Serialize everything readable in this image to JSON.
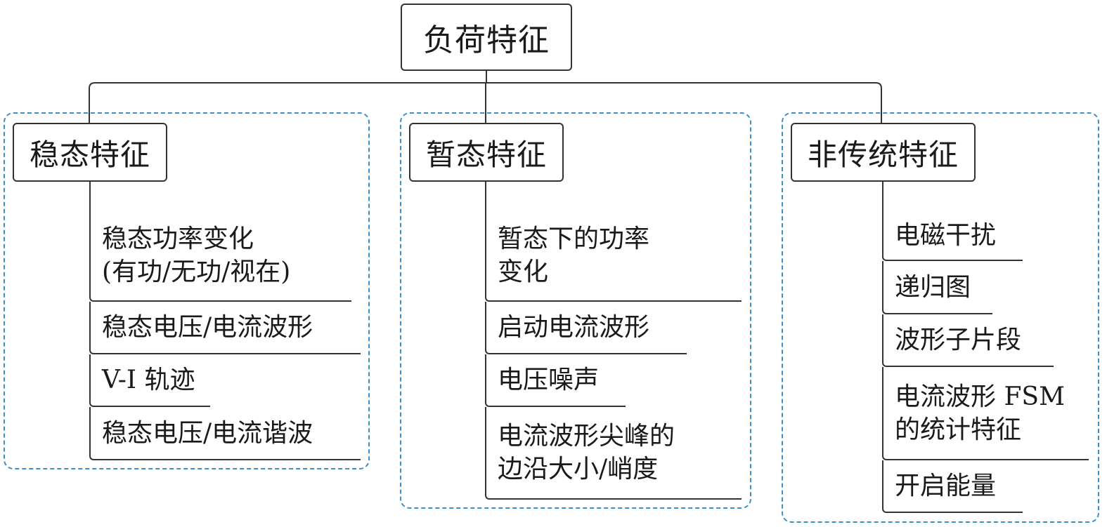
{
  "root": {
    "label": "负荷特征"
  },
  "colors": {
    "line": "#333333",
    "group_border": "#3d8fc9",
    "background": "#ffffff"
  },
  "categories": [
    {
      "label": "稳态特征",
      "items": [
        "稳态功率变化\n(有功/无功/视在)",
        "稳态电压/电流波形",
        "V-I 轨迹",
        "稳态电压/电流谐波"
      ]
    },
    {
      "label": "暂态特征",
      "items": [
        "暂态下的功率\n变化",
        "启动电流波形",
        "电压噪声",
        "电流波形尖峰的\n边沿大小/峭度"
      ]
    },
    {
      "label": "非传统特征",
      "items": [
        "电磁干扰",
        "递归图",
        "波形子片段",
        "电流波形 FSM\n的统计特征",
        "开启能量"
      ]
    }
  ]
}
